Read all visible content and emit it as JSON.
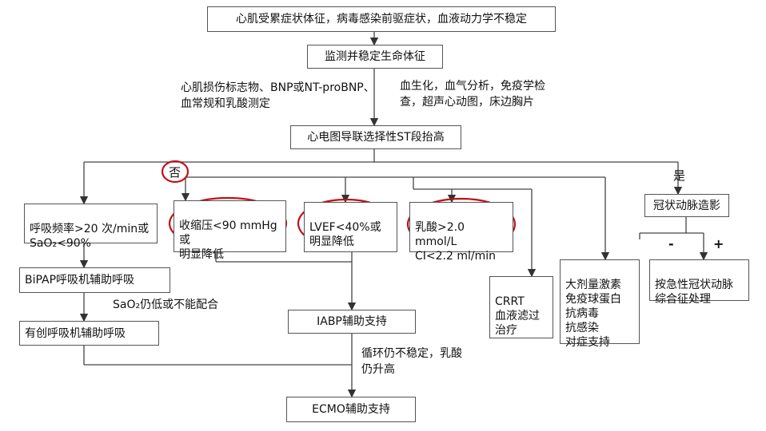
{
  "nodes": {
    "symptoms": "心肌受累症状体征，病毒感染前驱症状，血液动力学不稳定",
    "monitor": "监测并稳定生命体征",
    "ecg": "心电图导联选择性ST段抬高",
    "resp": "呼吸频率>20 次/min或\nSaO₂<90%",
    "sbp": "收缩压<90 mmHg或\n明显降低",
    "lvef": "LVEF<40%或\n明显降低",
    "lactate": "乳酸>2.0 mmol/L\nCI<2.2 ml/min",
    "coronary_angio": "冠状动脉造影",
    "bipap": "BiPAP呼吸机辅助呼吸",
    "invasive_vent": "有创呼吸机辅助呼吸",
    "iabp": "IABP辅助支持",
    "crrt": "CRRT\n血液滤过\n治疗",
    "drugs": "大剂量激素\n免疫球蛋白\n抗病毒\n抗感染\n对症支持",
    "acs": "按急性冠状动脉\n综合征处理",
    "ecmo": "ECMO辅助支持"
  },
  "notes": {
    "markers": "心肌损伤标志物、BNP或NT-proBNP、\n血常规和乳酸测定",
    "labs": "血生化，血气分析，免疫学检\n查，超声心动图，床边胸片",
    "sao2_low": "SaO₂仍低或不能配合",
    "circulation": "循环仍不稳定，乳酸\n仍升高"
  },
  "branches": {
    "no": "否",
    "yes": "是",
    "minus": "-",
    "plus": "+"
  },
  "colors": {
    "highlight": "#c0101a",
    "line": "#444444"
  }
}
